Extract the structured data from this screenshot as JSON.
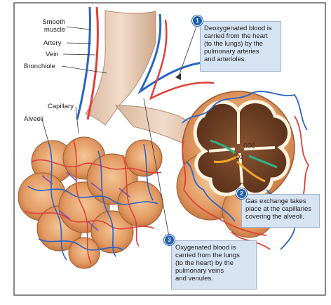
{
  "labels": {
    "smooth_muscle": "Smooth\nmuscle",
    "artery": "Artery",
    "vein": "Vein",
    "bronchiole": "Bronchiole",
    "capillary": "Capillary",
    "alveoli": "Alveoli"
  },
  "gases": {
    "co2": "CO2",
    "o2": "O2"
  },
  "callouts": [
    {
      "number": "1",
      "text": "Deoxygenated blood is\ncarried from the heart\n(to the lungs) by the\npulmonary arteries\nand arterioles."
    },
    {
      "number": "2",
      "text": "Gas exchange takes\nplace at the capillaries\ncovering the alveoli."
    },
    {
      "number": "3",
      "text": "Oxygenated blood is\ncarried from the lungs\n(to the heart) by the\npulmonary veins\nand venules."
    }
  ],
  "colors": {
    "artery_blue": "#2a63c9",
    "vein_red": "#e0403a",
    "alveolus_tan": "#e7a772",
    "alveolus_dark": "#6b3d22",
    "callout_fill": "#d6e3f3",
    "badge_blue": "#1f5fb0"
  }
}
